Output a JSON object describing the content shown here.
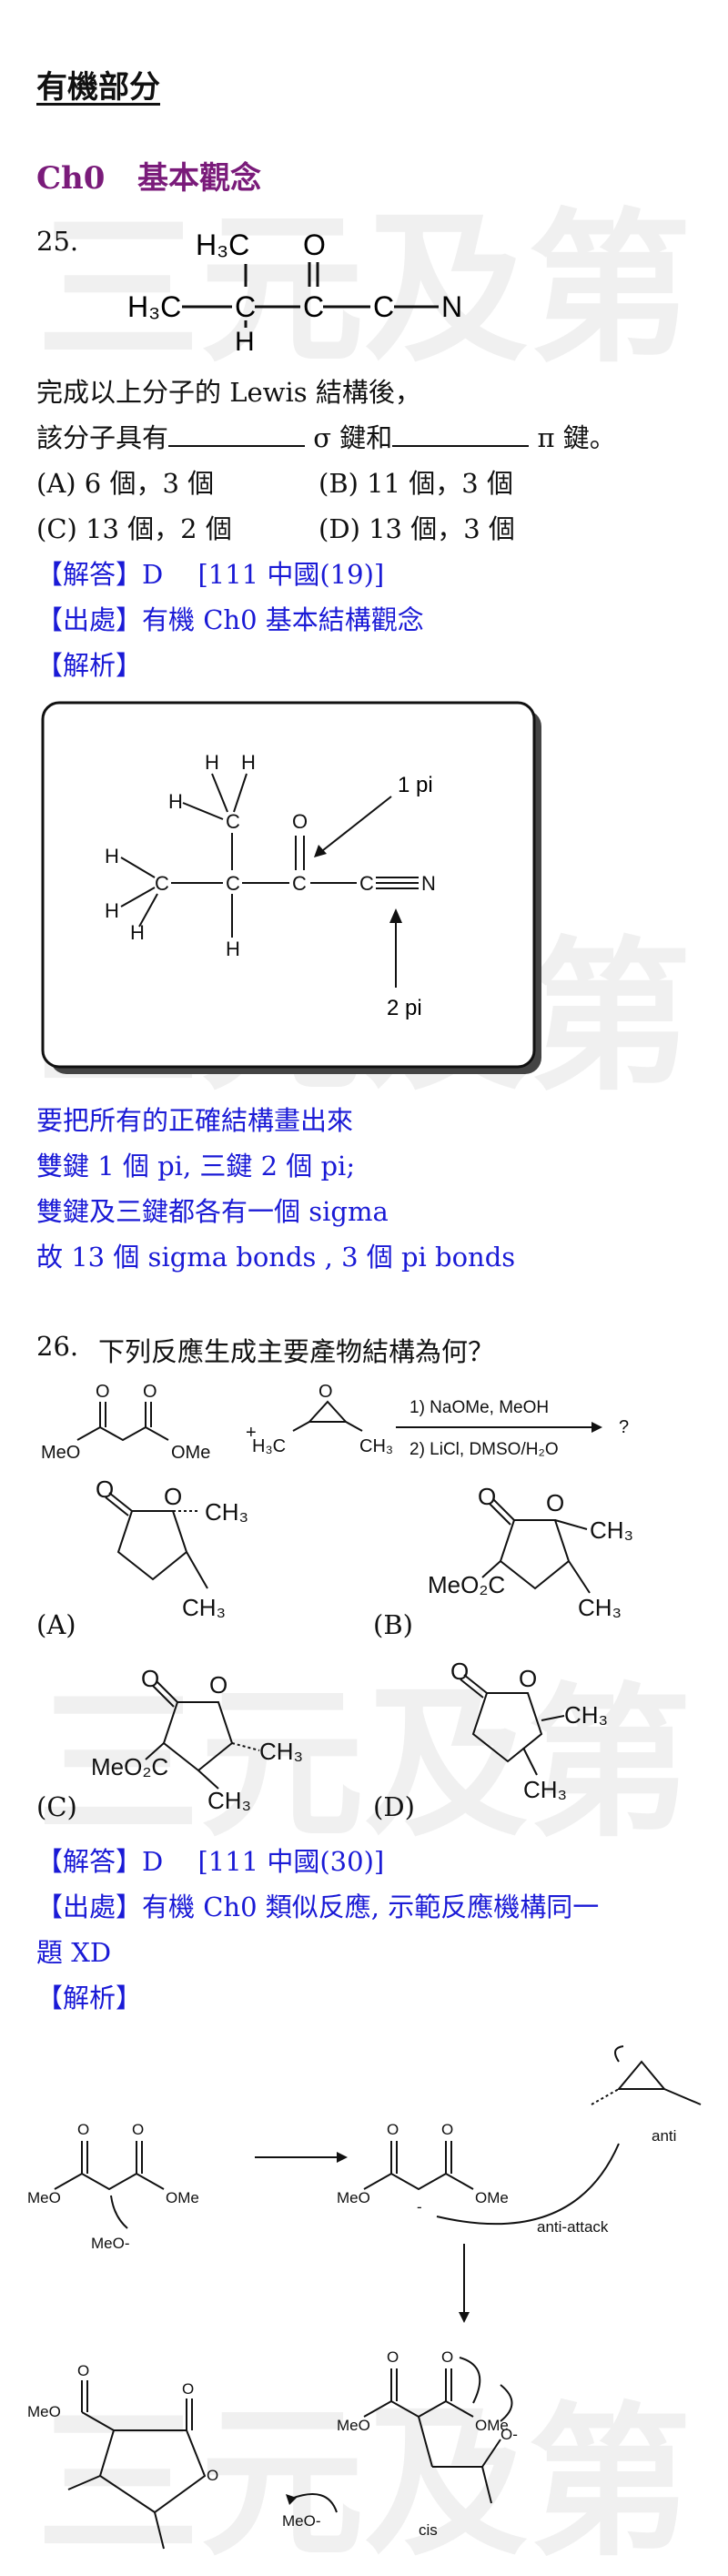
{
  "section_title": "有機部分",
  "chapter": {
    "code": "Ch0",
    "name": "基本觀念"
  },
  "q25": {
    "number": "25.",
    "molecule_labels": {
      "h3c_left": "H₃C",
      "ch3_top": "H₃C",
      "c1": "C",
      "c2": "C",
      "c3": "C",
      "o": "O",
      "n": "N",
      "h": "H"
    },
    "line1": "完成以上分子的 Lewis 結構後，",
    "line2_a": "該分子具有",
    "line2_b": "σ 鍵和",
    "line2_c": "π 鍵。",
    "options": [
      {
        "label": "(A) 6 個，3 個"
      },
      {
        "label": "(B) 11 個，3 個"
      },
      {
        "label": "(C) 13 個，2 個"
      },
      {
        "label": "(D) 13 個，3 個"
      }
    ],
    "answer": "【解答】D　 [111 中國(19)]",
    "source": "【出處】有機 Ch0 基本結構觀念",
    "analysis": "【解析】",
    "diagram_labels": {
      "pi1": "1 pi",
      "pi2": "2 pi"
    },
    "explanation": [
      "要把所有的正確結構畫出來",
      "雙鍵 1 個 pi, 三鍵 2 個 pi;",
      "雙鍵及三鍵都各有一個 sigma",
      "故 13 個 sigma bonds , 3 個 pi bonds"
    ]
  },
  "q26": {
    "number": "26.",
    "question": "下列反應生成主要產物結構為何？",
    "reaction_conditions": [
      "1) NaOMe, MeOH",
      "2) LiCl, DMSO/H₂O"
    ],
    "reaction_labels": {
      "meo": "MeO",
      "ome": "OMe",
      "plus": "+",
      "h3c": "H₃C",
      "ch3": "CH₃",
      "q": "?",
      "o": "O"
    },
    "choices": [
      {
        "label": "(A)"
      },
      {
        "label": "(B)"
      },
      {
        "label": "(C)"
      },
      {
        "label": "(D)"
      }
    ],
    "choice_sub_labels": {
      "ch3": "CH₃",
      "meo2c": "MeO₂C",
      "o": "O"
    },
    "answer": "【解答】D　 [111 中國(30)]",
    "source_line1": "【出處】有機 Ch0 類似反應, 示範反應機構同一",
    "source_line2": "題 XD",
    "analysis": "【解析】",
    "mechanism_labels": {
      "meo_minus": "MeO-",
      "meo_minus2": "MeO-",
      "anti": "anti",
      "anti_attack": "anti-attack",
      "cis": "cis",
      "minus": "-",
      "o_minus": "O-"
    }
  },
  "watermark_text": "三元及第"
}
